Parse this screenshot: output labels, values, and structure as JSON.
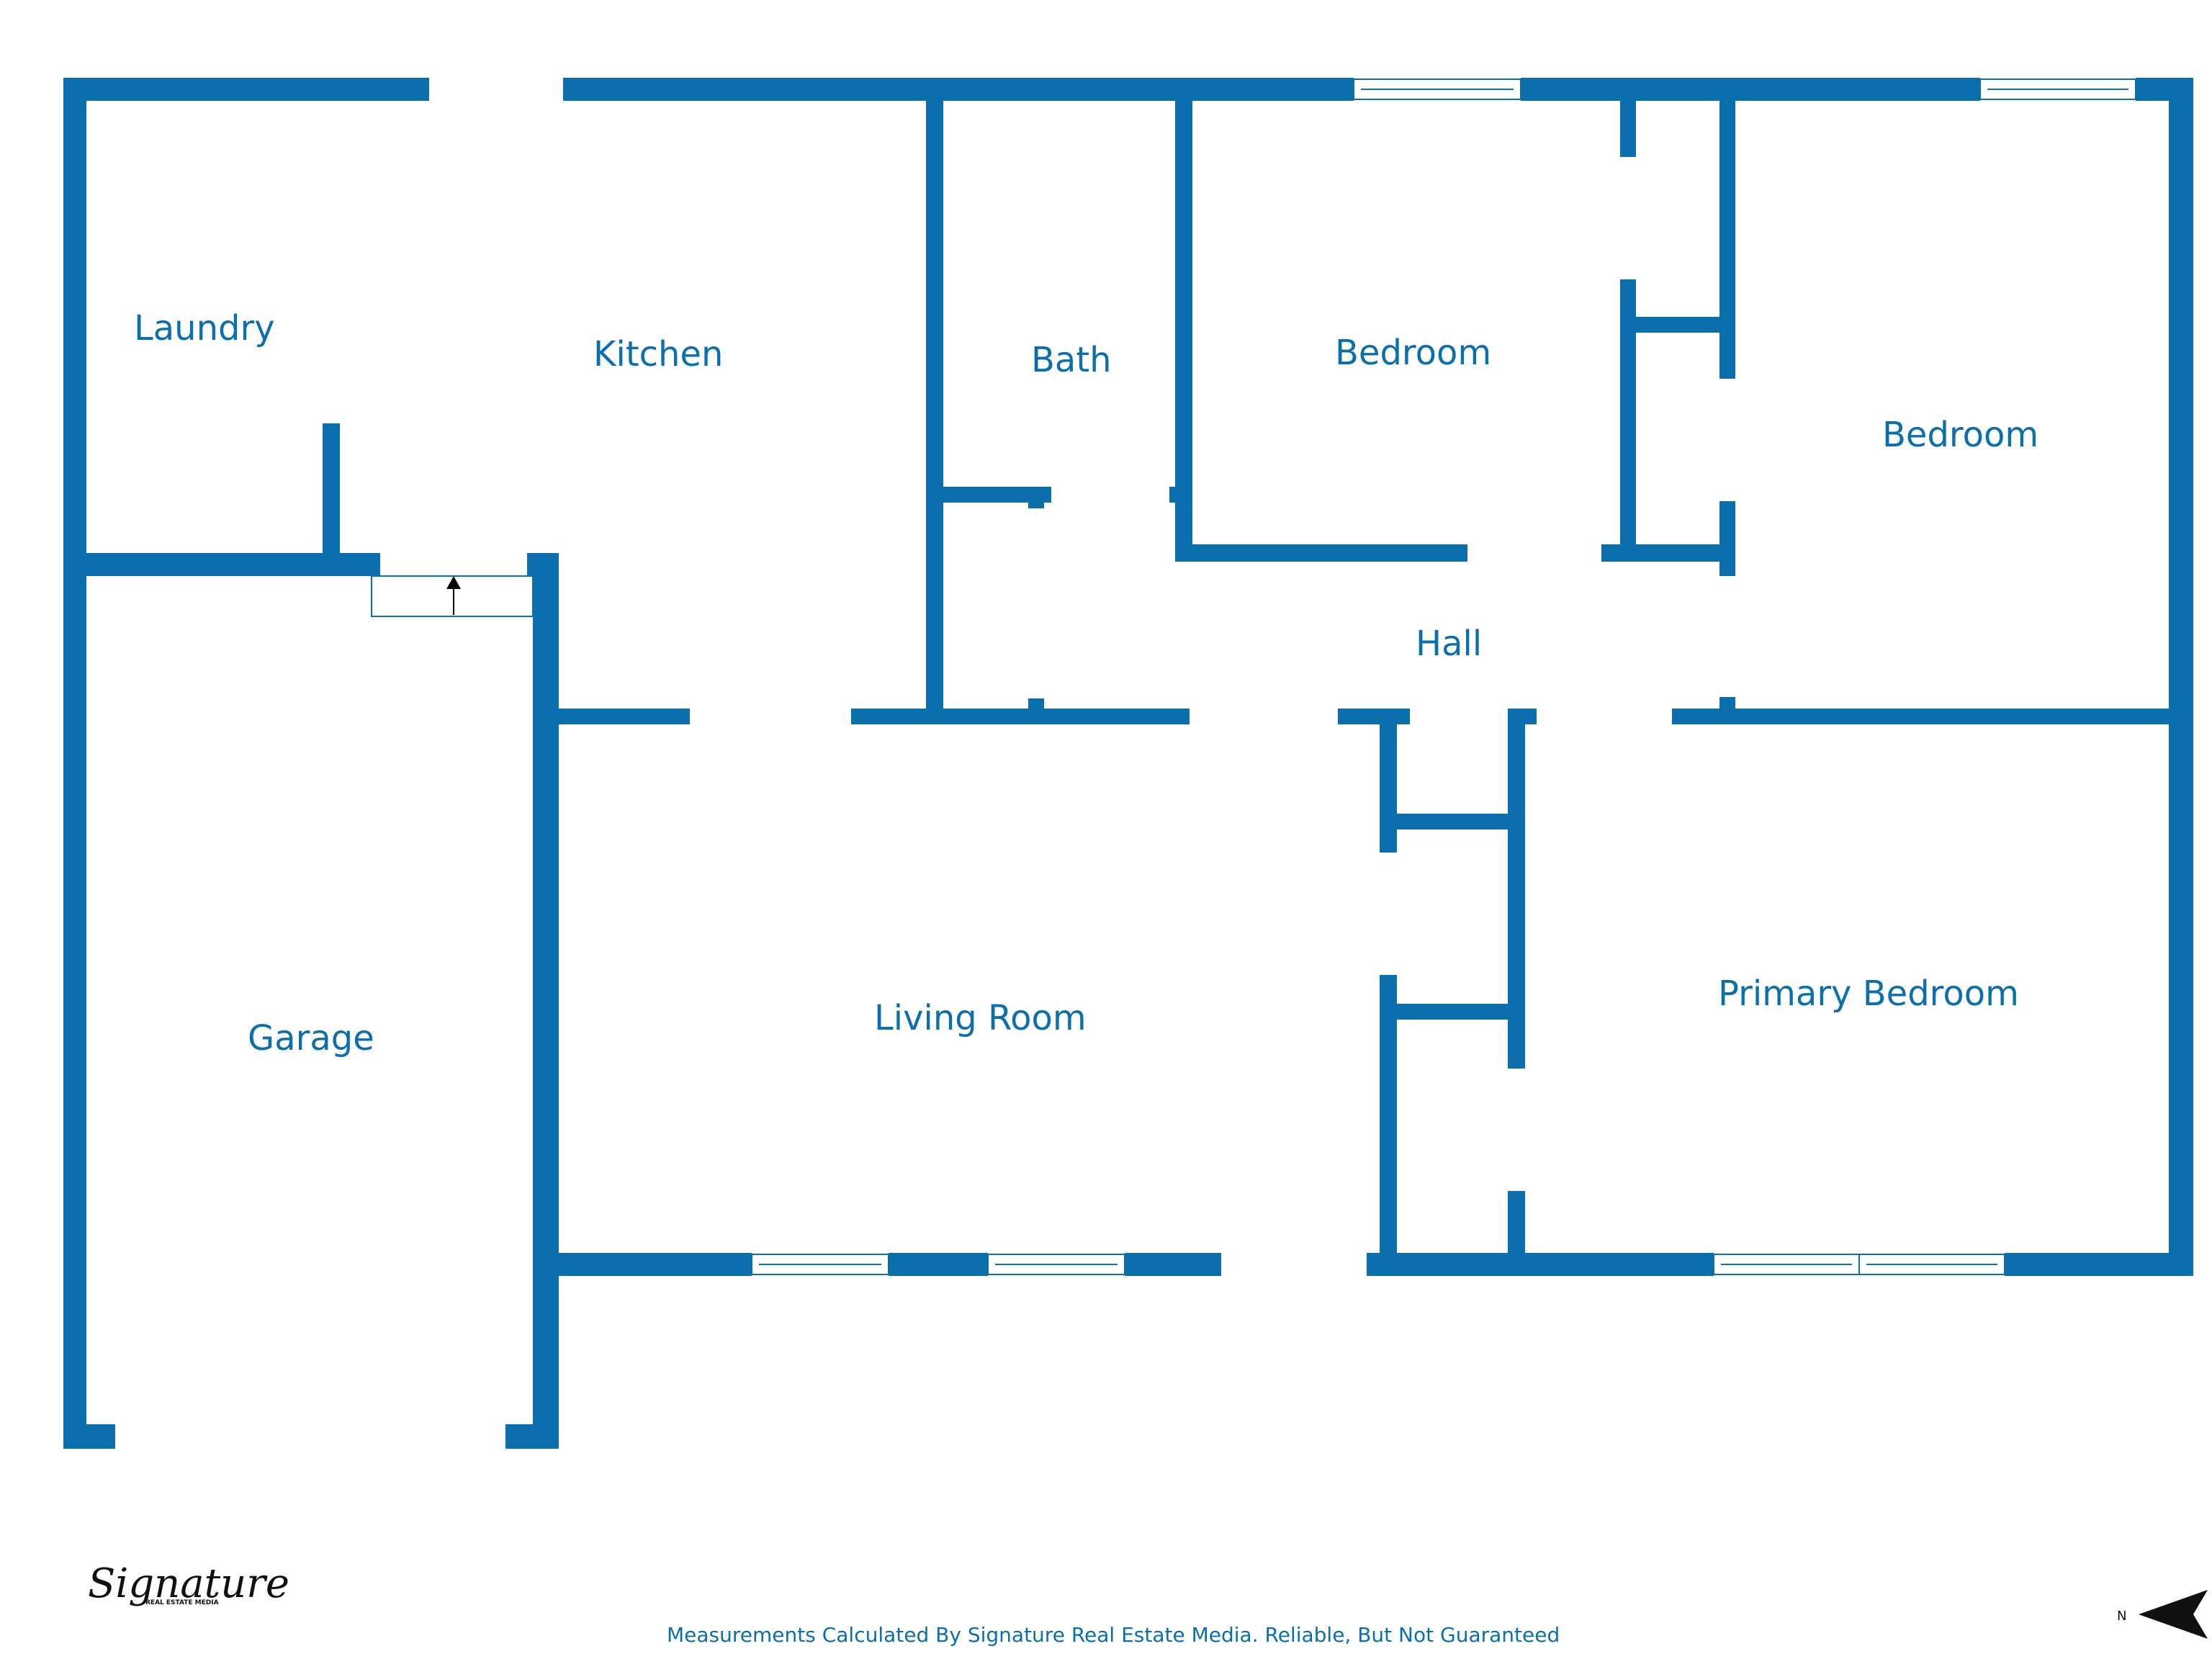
{
  "colors": {
    "wall": "#0B6FAE",
    "text": "#0B6FAE",
    "background": "#ffffff",
    "opening_stroke": "#0B6FAE",
    "logo": "#111111"
  },
  "rooms": {
    "laundry": "Laundry",
    "kitchen": "Kitchen",
    "bath": "Bath",
    "bedroom_1": "Bedroom",
    "bedroom_2": "Bedroom",
    "hall": "Hall",
    "garage": "Garage",
    "living_room": "Living Room",
    "primary_bedroom": "Primary Bedroom"
  },
  "footer": {
    "note": "Measurements Calculated By Signature Real Estate Media. Reliable, But Not Guaranteed"
  },
  "logo": {
    "script": "Signature",
    "sub": "REAL ESTATE MEDIA"
  },
  "compass": {
    "icon": "north-arrow-icon",
    "letter": "N"
  }
}
